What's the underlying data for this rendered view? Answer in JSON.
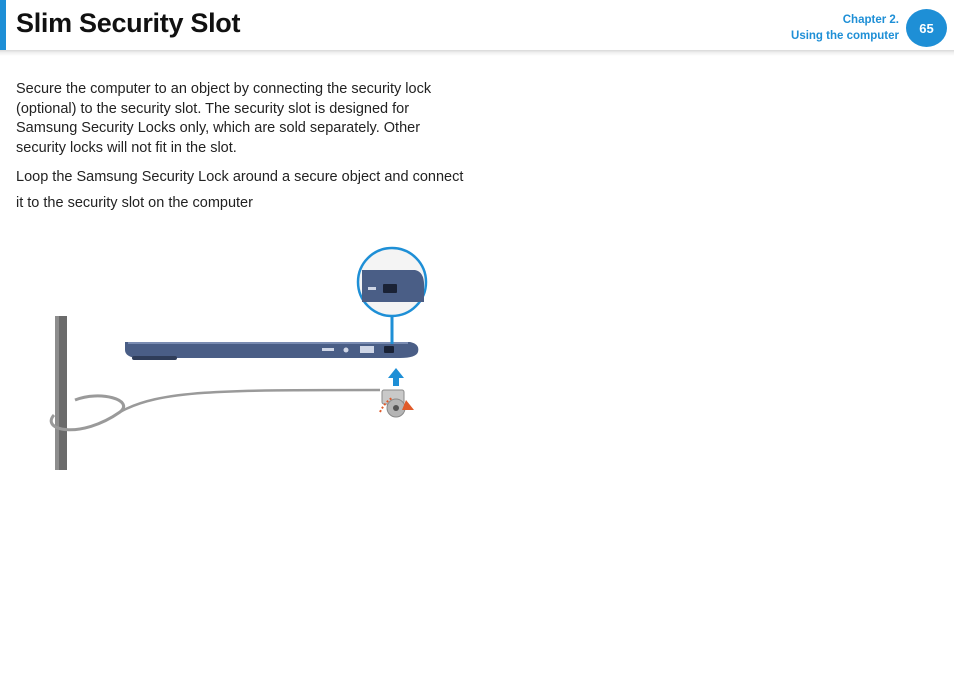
{
  "header": {
    "title": "Slim Security Slot",
    "chapter": "Chapter 2.",
    "section": "Using the computer",
    "page_number": "65"
  },
  "content": {
    "paragraph_1": "Secure the computer to an object by connecting the security lock (optional) to the security slot. The security slot is designed for Samsung Security Locks only, which are sold separately. Other security locks will not fit in the slot.",
    "paragraph_2": "Loop the Samsung Security Lock around a secure object and connect it to the security slot on the computer"
  },
  "colors": {
    "accent": "#1e8fd6",
    "laptop": "#4a5e86",
    "cable": "#9a9a9a",
    "lock_arrow": "#e05a2a"
  }
}
